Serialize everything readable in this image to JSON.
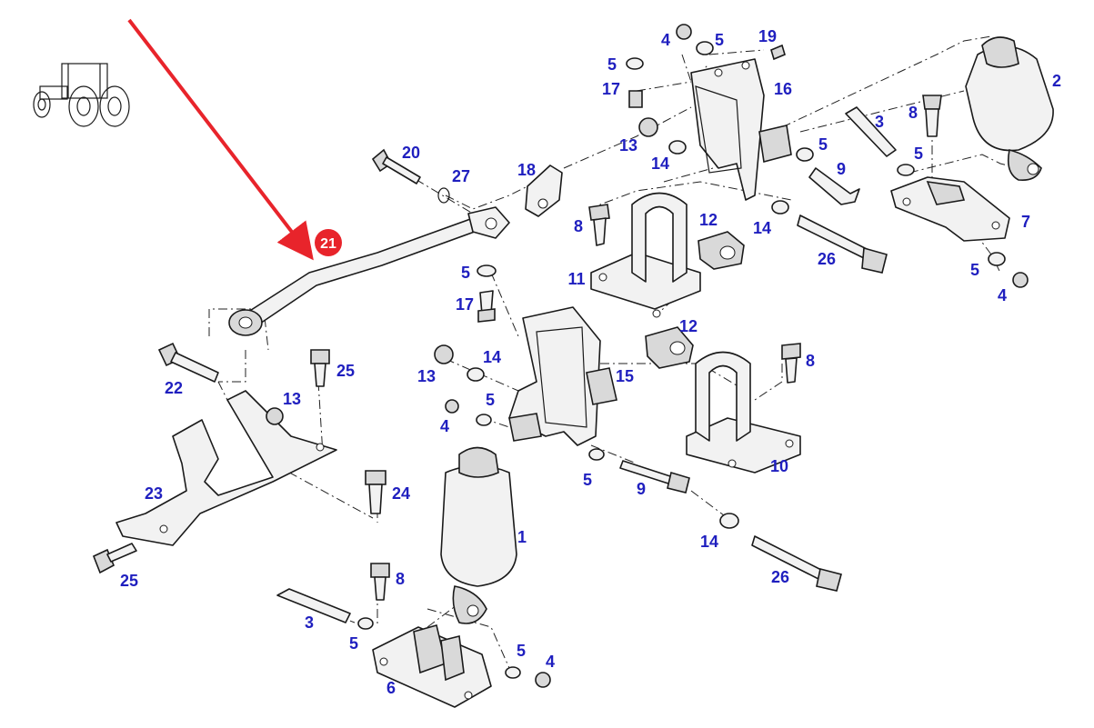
{
  "highlight": {
    "part_number": "21",
    "color": "#e8242b"
  },
  "accent_colors": {
    "callout_text": "#1f1fbf",
    "arrow": "#e8242b"
  },
  "icon": "tractor-icon",
  "callouts": [
    {
      "id": "c1",
      "text": "1"
    },
    {
      "id": "c2",
      "text": "2"
    },
    {
      "id": "c3a",
      "text": "3"
    },
    {
      "id": "c3b",
      "text": "3"
    },
    {
      "id": "c4a",
      "text": "4"
    },
    {
      "id": "c4b",
      "text": "4"
    },
    {
      "id": "c4c",
      "text": "4"
    },
    {
      "id": "c4d",
      "text": "4"
    },
    {
      "id": "c5a",
      "text": "5"
    },
    {
      "id": "c5b",
      "text": "5"
    },
    {
      "id": "c5c",
      "text": "5"
    },
    {
      "id": "c5d",
      "text": "5"
    },
    {
      "id": "c5e",
      "text": "5"
    },
    {
      "id": "c5f",
      "text": "5"
    },
    {
      "id": "c5g",
      "text": "5"
    },
    {
      "id": "c5h",
      "text": "5"
    },
    {
      "id": "c5i",
      "text": "5"
    },
    {
      "id": "c5j",
      "text": "5"
    },
    {
      "id": "c6",
      "text": "6"
    },
    {
      "id": "c7",
      "text": "7"
    },
    {
      "id": "c8a",
      "text": "8"
    },
    {
      "id": "c8b",
      "text": "8"
    },
    {
      "id": "c8c",
      "text": "8"
    },
    {
      "id": "c8d",
      "text": "8"
    },
    {
      "id": "c9a",
      "text": "9"
    },
    {
      "id": "c9b",
      "text": "9"
    },
    {
      "id": "c10",
      "text": "10"
    },
    {
      "id": "c11",
      "text": "11"
    },
    {
      "id": "c12a",
      "text": "12"
    },
    {
      "id": "c12b",
      "text": "12"
    },
    {
      "id": "c13a",
      "text": "13"
    },
    {
      "id": "c13b",
      "text": "13"
    },
    {
      "id": "c13c",
      "text": "13"
    },
    {
      "id": "c14a",
      "text": "14"
    },
    {
      "id": "c14b",
      "text": "14"
    },
    {
      "id": "c14c",
      "text": "14"
    },
    {
      "id": "c14d",
      "text": "14"
    },
    {
      "id": "c15",
      "text": "15"
    },
    {
      "id": "c16",
      "text": "16"
    },
    {
      "id": "c17a",
      "text": "17"
    },
    {
      "id": "c17b",
      "text": "17"
    },
    {
      "id": "c18",
      "text": "18"
    },
    {
      "id": "c19",
      "text": "19"
    },
    {
      "id": "c20",
      "text": "20"
    },
    {
      "id": "c22",
      "text": "22"
    },
    {
      "id": "c23",
      "text": "23"
    },
    {
      "id": "c24",
      "text": "24"
    },
    {
      "id": "c25a",
      "text": "25"
    },
    {
      "id": "c25b",
      "text": "25"
    },
    {
      "id": "c26a",
      "text": "26"
    },
    {
      "id": "c26b",
      "text": "26"
    },
    {
      "id": "c27",
      "text": "27"
    }
  ]
}
